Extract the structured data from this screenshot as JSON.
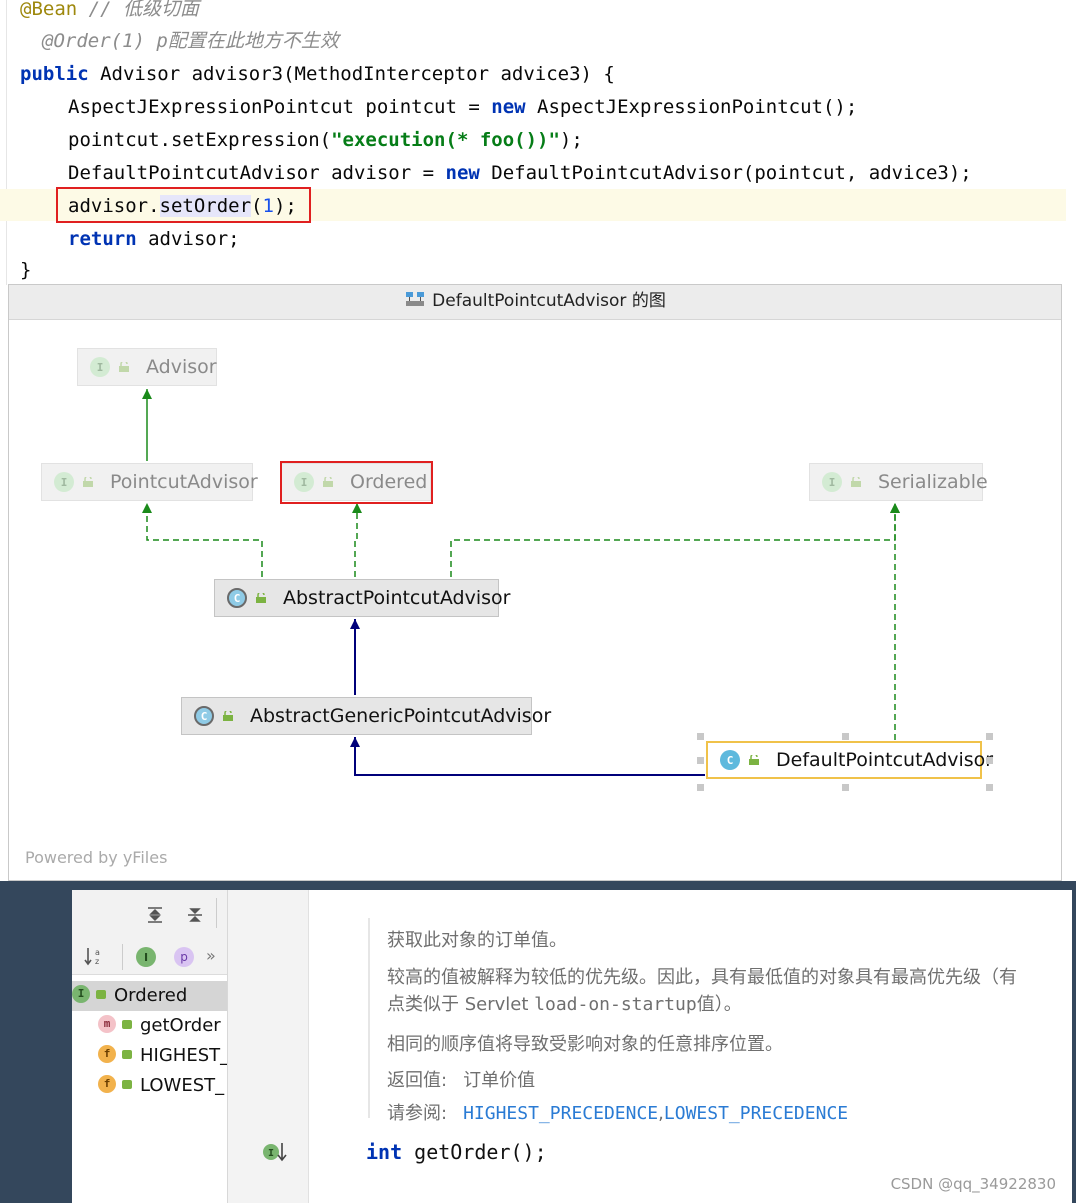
{
  "editor": {
    "line1_ann": "@Bean",
    "line1_cmt": " // 低级切面",
    "line2_cmt": "@Order(1) p配置在此地方不生效",
    "line3_kw": "public",
    "line3_rest": " Advisor advisor3(MethodInterceptor advice3) {",
    "line4_a": "AspectJExpressionPointcut pointcut = ",
    "line4_kw": "new",
    "line4_b": " AspectJExpressionPointcut();",
    "line5_a": "pointcut.setExpression(",
    "line5_str": "\"execution(* foo())\"",
    "line5_b": ");",
    "line6_a": "DefaultPointcutAdvisor advisor = ",
    "line6_kw": "new",
    "line6_b": " DefaultPointcutAdvisor(pointcut, advice3);",
    "line7_a": "advisor.",
    "line7_m": "setOrder",
    "line7_b": "(",
    "line7_num": "1",
    "line7_c": ");",
    "line8_kw": "return",
    "line8_rest": " advisor;",
    "line9": "}"
  },
  "diagram": {
    "title": "DefaultPointcutAdvisor 的图",
    "nodes": {
      "advisor": "Advisor",
      "pointcut_advisor": "PointcutAdvisor",
      "ordered": "Ordered",
      "serializable": "Serializable",
      "abstract_pointcut_advisor": "AbstractPointcutAdvisor",
      "abstract_generic_pointcut_advisor": "AbstractGenericPointcutAdvisor",
      "default_pointcut_advisor": "DefaultPointcutAdvisor"
    },
    "kind_interface": "I",
    "kind_class": "C",
    "powered_by": "Powered by yFiles",
    "colors": {
      "implements": "#1a8a1a",
      "extends": "#00007a",
      "highlight": "#e02020"
    }
  },
  "structure": {
    "toolbar_glyph_p": "p",
    "toolbar_glyph_more": "»",
    "items": [
      {
        "icon": "I",
        "label": "Ordered"
      },
      {
        "icon": "m",
        "label": "getOrder"
      },
      {
        "icon": "f",
        "label": "HIGHEST_"
      },
      {
        "icon": "f",
        "label": "LOWEST_"
      }
    ]
  },
  "doc": {
    "p1": "获取此对象的订单值。",
    "p2_line1": "较高的值被解释为较低的优先级。因此，具有最低值的对象具有最高优先级（有",
    "p2_line2_a": "点类似于 Servlet ",
    "p2_line2_code": "load-on-startup",
    "p2_line2_b": "值）。",
    "p3": "相同的顺序值将导致受影响对象的任意排序位置。",
    "returns_label": "返回值:",
    "returns_value": "订单价值",
    "see_label": "请参阅:",
    "see_link1": "HIGHEST_PRECEDENCE",
    "see_sep": ",",
    "see_link2": "LOWEST_PRECEDENCE",
    "signature_kw": "int",
    "signature_rest": " getOrder();"
  },
  "watermark": "CSDN @qq_34922830"
}
